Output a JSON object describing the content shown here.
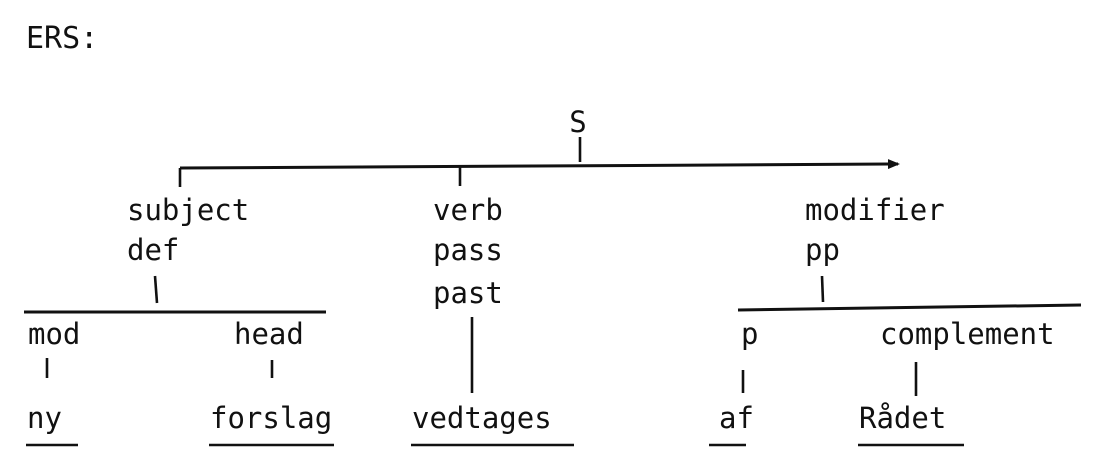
{
  "title": "ERS:",
  "tree": {
    "root": "S",
    "subject": {
      "function": "subject",
      "feature": "def",
      "children": {
        "mod": {
          "label": "mod",
          "word": "ny"
        },
        "head": {
          "label": "head",
          "word": "forslag"
        }
      }
    },
    "verb": {
      "function": "verb",
      "features": [
        "pass",
        "past"
      ],
      "word": "vedtages"
    },
    "modifier": {
      "function": "modifier",
      "feature": "pp",
      "children": {
        "p": {
          "label": "p",
          "word": "af"
        },
        "complement": {
          "label": "complement",
          "word": "Rådet"
        }
      }
    }
  }
}
